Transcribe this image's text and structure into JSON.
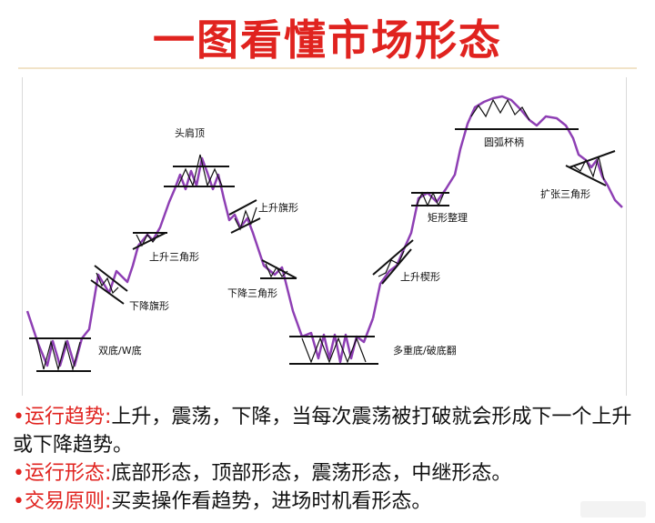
{
  "title": "一图看懂市场形态",
  "labels": {
    "head_shoulders": "头肩顶",
    "rising_flag": "上升旗形",
    "ascending_triangle": "上升三角形",
    "falling_flag": "下降旗形",
    "descending_triangle": "下降三角形",
    "double_bottom": "双底/W底",
    "multiple_bottom": "多重底/破底翻",
    "rising_wedge": "上升楔形",
    "rectangle": "矩形整理",
    "cup_handle": "圆弧杯柄",
    "broadening_triangle": "扩张三角形"
  },
  "notes": [
    {
      "bullet": "•",
      "term": "运行趋势",
      "sep": ":",
      "text": "上升，震荡，下降，当每次震荡被打破就会形成下一个上升或下降趋势。"
    },
    {
      "bullet": "•",
      "term": "运行形态",
      "sep": ":",
      "text": "底部形态，顶部形态，震荡形态，中继形态。"
    },
    {
      "bullet": "•",
      "term": "交易原则",
      "sep": ":",
      "text": "买卖操作看趋势，进场时机看形态。"
    }
  ],
  "colors": {
    "title": "#e0231f",
    "price_line": "#8e3fb4",
    "pattern_line": "#111111"
  }
}
